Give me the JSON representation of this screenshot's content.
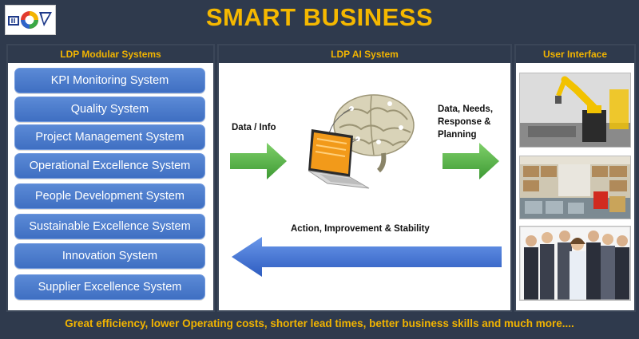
{
  "header": {
    "title": "SMART BUSINESS"
  },
  "left_panel": {
    "title": "LDP Modular Systems",
    "items": [
      {
        "label": "KPI Monitoring System"
      },
      {
        "label": "Quality System"
      },
      {
        "label": "Project Management System"
      },
      {
        "label": "Operational Excellence System"
      },
      {
        "label": "People Development System"
      },
      {
        "label": "Sustainable Excellence System"
      },
      {
        "label": "Innovation System"
      },
      {
        "label": "Supplier Excellence System"
      }
    ]
  },
  "middle_panel": {
    "title": "LDP AI System",
    "input_label": "Data / Info",
    "output_label_lines": [
      "Data, Needs,",
      "Response &",
      "Planning"
    ],
    "feedback_label": "Action, Improvement & Stability"
  },
  "right_panel": {
    "title": "User Interface"
  },
  "footer": {
    "text": "Great efficiency, lower Operating costs,  shorter lead times, better business skills and much more...."
  },
  "colors": {
    "background": "#2f3a4d",
    "accent": "#f5b800",
    "button": "#4a7bcf",
    "arrow_green": "#5cb84a",
    "arrow_blue": "#3e6fd0"
  },
  "icons": [
    "logo-icon",
    "brain-icon",
    "laptop-icon",
    "robot-arm-photo",
    "warehouse-photo",
    "business-team-photo"
  ]
}
